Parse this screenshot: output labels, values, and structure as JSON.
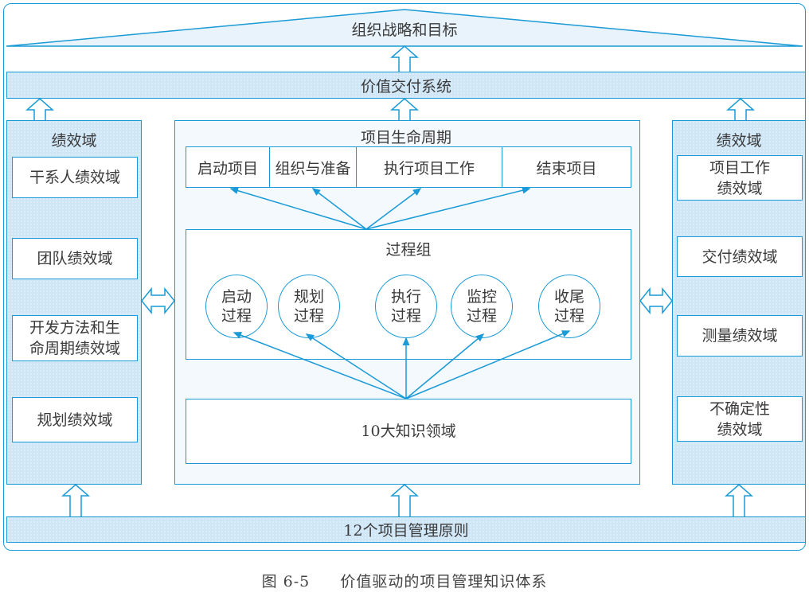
{
  "title": "组织战略和目标",
  "value_delivery": "价值交付系统",
  "left_panel": {
    "heading": "绩效域",
    "items": [
      "干系人绩效域",
      "团队绩效域",
      "开发方法和生\n命周期绩效域",
      "规划绩效域"
    ]
  },
  "right_panel": {
    "heading": "绩效域",
    "items": [
      "项目工作\n绩效域",
      "交付绩效域",
      "测量绩效域",
      "不确定性\n绩效域"
    ]
  },
  "lifecycle": {
    "heading": "项目生命周期",
    "phases": [
      "启动项目",
      "组织与准备",
      "执行项目工作",
      "结束项目"
    ]
  },
  "process_groups": {
    "heading": "过程组",
    "items": [
      "启动\n过程",
      "规划\n过程",
      "执行\n过程",
      "监控\n过程",
      "收尾\n过程"
    ]
  },
  "knowledge_areas": "10大知识领域",
  "principles": "12个项目管理原则",
  "caption": {
    "figure": "图 6-5",
    "text": "价值驱动的项目管理知识体系"
  },
  "colors": {
    "line": "#1a9ad6",
    "fill": "#cfe6f7"
  }
}
